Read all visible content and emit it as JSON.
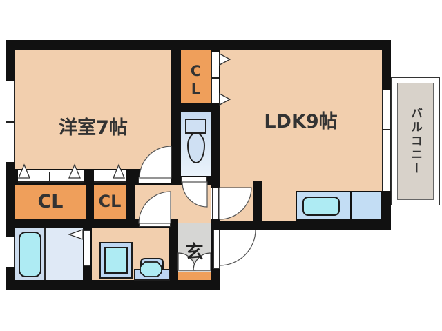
{
  "plan": {
    "bedroom_label": "洋室7帖",
    "living_label": "LDK9帖",
    "closet_top_line1": "C",
    "closet_top_line2": "L",
    "closet_large_label": "CL",
    "closet_small_label": "CL",
    "balcony_label": "バルコニー",
    "entrance_label": "玄"
  },
  "colors": {
    "floor_peach": "#f2cfae",
    "closet_orange": "#ef9f5b",
    "wall_black": "#111111",
    "toilet_room_blue": "#d3e2f4",
    "bath_left_blue": "#ccdcee",
    "bath_right_blue": "#dfe9f6",
    "fixture_blue": "#bdd6f2",
    "water_cyan": "#aeebf3",
    "kitchen_counter_blue": "#c3ddf4",
    "genkan_gray": "#d6d6d4",
    "balcony_gray": "#d8d2ca",
    "step_orange": "#ef9f5b"
  },
  "fixtures": [
    "bathtub",
    "toilet",
    "washing-machine-pan",
    "vanity-sink",
    "kitchen-counter-with-sink"
  ],
  "openings": [
    "bedroom-window",
    "bathroom-window",
    "ldk-balcony-window",
    "front-door",
    "ldk-door",
    "bedroom-door",
    "toilet-door",
    "washroom-door",
    "closet-folding-doors",
    "bathroom-folding-door"
  ]
}
